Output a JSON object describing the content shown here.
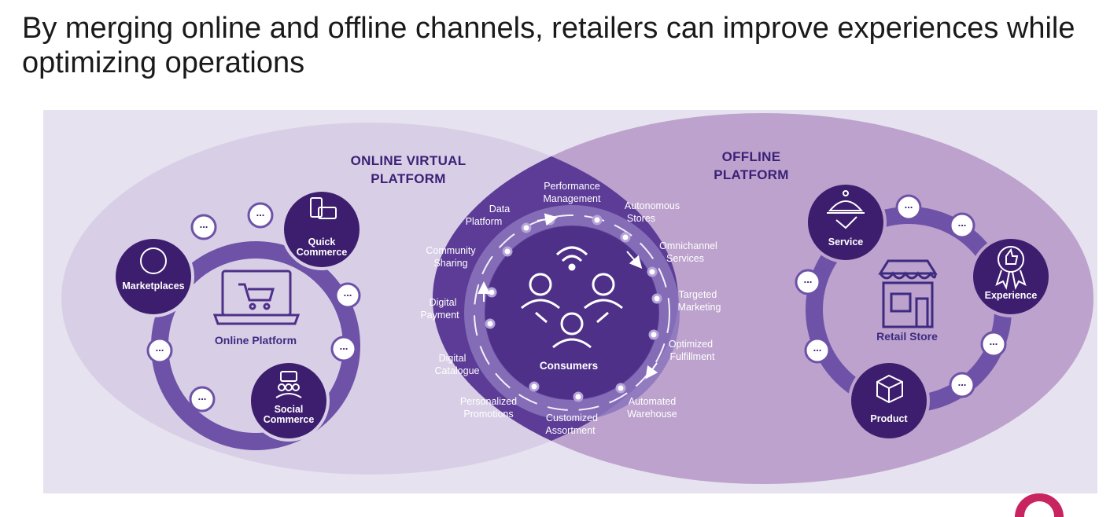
{
  "headline": "By merging online and offline channels, retailers can improve experiences while optimizing operations",
  "online": {
    "title_line1": "ONLINE VIRTUAL",
    "title_line2": "PLATFORM",
    "center_label": "Online Platform",
    "nodes": {
      "marketplaces": "Marketplaces",
      "quick_line1": "Quick",
      "quick_line2": "Commerce",
      "social_line1": "Social",
      "social_line2": "Commerce"
    }
  },
  "offline": {
    "title_line1": "OFFLINE",
    "title_line2": "PLATFORM",
    "center_label": "Retail Store",
    "nodes": {
      "service": "Service",
      "experience": "Experience",
      "product": "Product"
    }
  },
  "hub": {
    "center_label": "Consumers",
    "services": {
      "performance_1": "Performance",
      "performance_2": "Management",
      "autonomous_1": "Autonomous",
      "autonomous_2": "Stores",
      "omnichannel_1": "Omnichannel",
      "omnichannel_2": "Services",
      "targeted_1": "Targeted",
      "targeted_2": "Marketing",
      "optimized_1": "Optimized",
      "optimized_2": "Fulfillment",
      "automated_1": "Automated",
      "automated_2": "Warehouse",
      "customized_1": "Customized",
      "customized_2": "Assortment",
      "personalized_1": "Personalized",
      "personalized_2": "Promotions",
      "catalogue_1": "Digital",
      "catalogue_2": "Catalogue",
      "payment_1": "Digital",
      "payment_2": "Payment",
      "community_1": "Community",
      "community_2": "Sharing",
      "data_1": "Data",
      "data_2": "Platform"
    }
  },
  "more_marker": "...",
  "colors": {
    "left_ellipse": "#d8cfe6",
    "right_ellipse": "#bca2cd",
    "lens": "#5c3c96",
    "ring": "#6e52a8",
    "node_dark": "#3d1e6e",
    "hub_inner": "#4e3088",
    "heading": "#3b2176"
  }
}
